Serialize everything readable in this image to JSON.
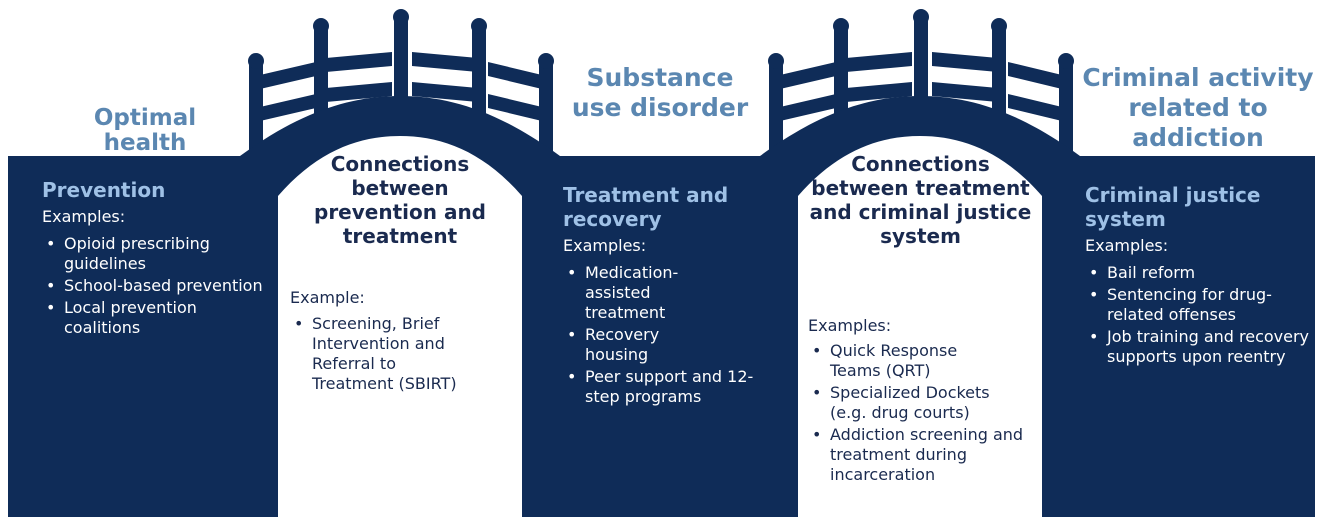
{
  "colors": {
    "navy": "#0f2c58",
    "light_blue": "#5b87b1",
    "panel_title": "#9fc1e6",
    "white": "#ffffff"
  },
  "headings": {
    "optimal_health": "Optimal health",
    "substance_use": "Substance use disorder",
    "criminal_activity": "Criminal activity related to addiction"
  },
  "panels": {
    "prevention": {
      "title": "Prevention",
      "label": "Examples:",
      "items": [
        "Opioid prescribing guidelines",
        "School-based prevention",
        "Local prevention coalitions"
      ]
    },
    "bridge1": {
      "title": "Connections between prevention and treatment",
      "label": "Example:",
      "items": [
        "Screening, Brief Intervention and Referral to Treatment (SBIRT)"
      ]
    },
    "treatment": {
      "title": "Treatment and recovery",
      "label": "Examples:",
      "items": [
        "Medication-assisted treatment",
        "Recovery housing",
        "Peer support and 12-step programs"
      ]
    },
    "bridge2": {
      "title": "Connections between treatment and criminal justice system",
      "label": "Examples:",
      "items": [
        "Quick Response Teams (QRT)",
        "Specialized Dockets (e.g. drug courts)",
        "Addiction screening and treatment during incarceration"
      ]
    },
    "justice": {
      "title": "Criminal justice system",
      "label": "Examples:",
      "items": [
        "Bail reform",
        "Sentencing for drug-related offenses",
        "Job training and recovery supports upon reentry"
      ]
    }
  }
}
